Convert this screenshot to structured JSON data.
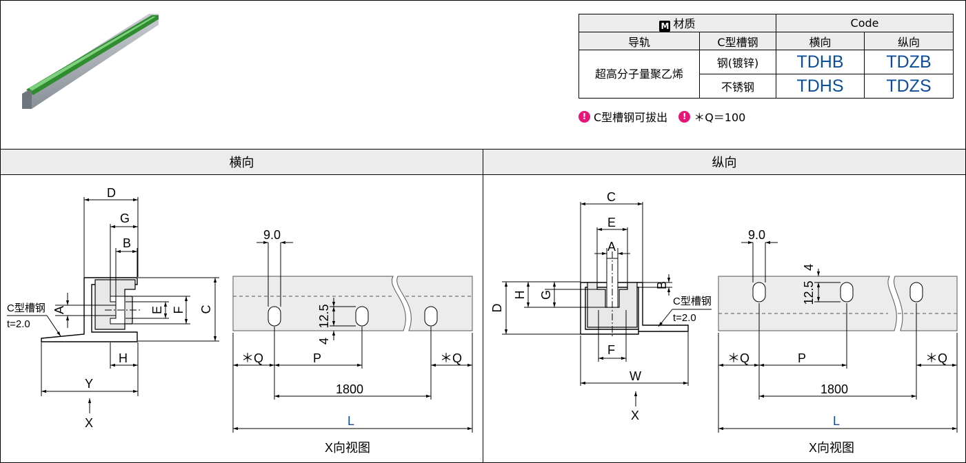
{
  "table": {
    "material_header": "材质",
    "material_badge": "M",
    "code_header": "Code",
    "col_rail": "导轨",
    "col_channel": "C型槽钢",
    "col_horizontal": "横向",
    "col_vertical": "纵向",
    "rail_material": "超高分子量聚乙烯",
    "rows": [
      {
        "channel": "钢(镀锌)",
        "horizontal": "TDHB",
        "vertical": "TDZB"
      },
      {
        "channel": "不锈钢",
        "horizontal": "TDHS",
        "vertical": "TDZS"
      }
    ]
  },
  "notes": [
    {
      "icon": "warning-icon",
      "text": "C型槽钢可拔出"
    },
    {
      "icon": "warning-icon",
      "text": "＊Q＝100"
    }
  ],
  "sections": {
    "left_title": "横向",
    "right_title": "纵向"
  },
  "left_drawing": {
    "dims": {
      "D": "D",
      "G": "G",
      "B": "B",
      "A": "A",
      "E": "E",
      "F": "F",
      "C": "C",
      "H": "H",
      "Y": "Y",
      "X": "X"
    },
    "channel_label": "C型槽钢",
    "thickness_label": "t=2.0"
  },
  "right_drawing": {
    "dims": {
      "C": "C",
      "E": "E",
      "A": "A",
      "D": "D",
      "H": "H",
      "G": "G",
      "B": "B",
      "F": "F",
      "W": "W",
      "X": "X"
    },
    "channel_label": "C型槽钢",
    "thickness_label": "t=2.0"
  },
  "left_strip": {
    "slot_width": "9.0",
    "slot_len": "12.5",
    "edge": "4",
    "q": "＊Q",
    "p": "P",
    "pitch": "1800",
    "length": "L",
    "view_label": "X向视图"
  },
  "right_strip": {
    "slot_width": "9.0",
    "slot_len": "12.5",
    "edge": "4",
    "q": "＊Q",
    "p": "P",
    "pitch": "1800",
    "length": "L",
    "view_label": "X向视图"
  },
  "colors": {
    "accent_blue": "#0d4e9b",
    "warning_pink": "#e6157a",
    "rail_green": "#3a9a3a",
    "header_gray": "#ececec"
  }
}
